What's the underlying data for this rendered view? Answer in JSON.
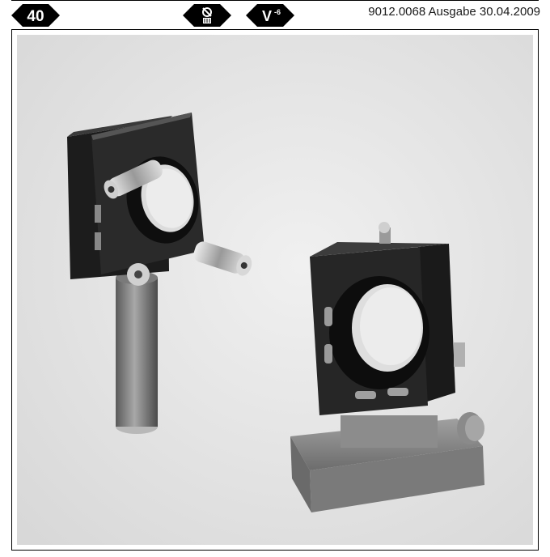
{
  "header": {
    "page_number": "40",
    "v_symbol": "V",
    "v_superscript": "-6",
    "doc_reference": "9012.0068 Ausgabe 30.04.2009"
  },
  "icons": {
    "page_badge": "page-number-diamond",
    "hazard": "laser-hazard-diamond",
    "voltage": "voltage-diamond"
  },
  "colors": {
    "badge": "#000000",
    "photo_background": "#e6e6e6"
  }
}
